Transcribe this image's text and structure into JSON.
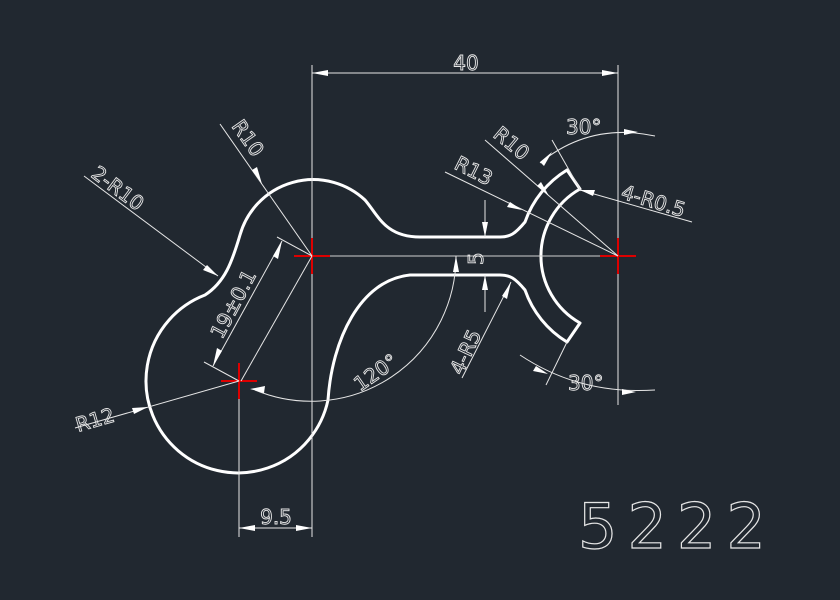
{
  "drawing": {
    "number": "5222",
    "dimensions": {
      "width_40": "40",
      "offset_9_5": "9.5",
      "center_distance": "19±0.1",
      "slot_width": "5",
      "angle_120": "120°",
      "angle_30_top": "30°",
      "angle_30_bottom": "30°",
      "radius_r10_top": "R10",
      "radius_2_r10": "2-R10",
      "radius_r12": "R12",
      "radius_4_r5": "4-R5",
      "radius_r13": "R13",
      "radius_r10_right": "R10",
      "radius_4_r0_5": "4-R0.5"
    },
    "colors": {
      "background": "#212830",
      "outline": "#ffffff",
      "center_mark": "#dd0000"
    }
  }
}
